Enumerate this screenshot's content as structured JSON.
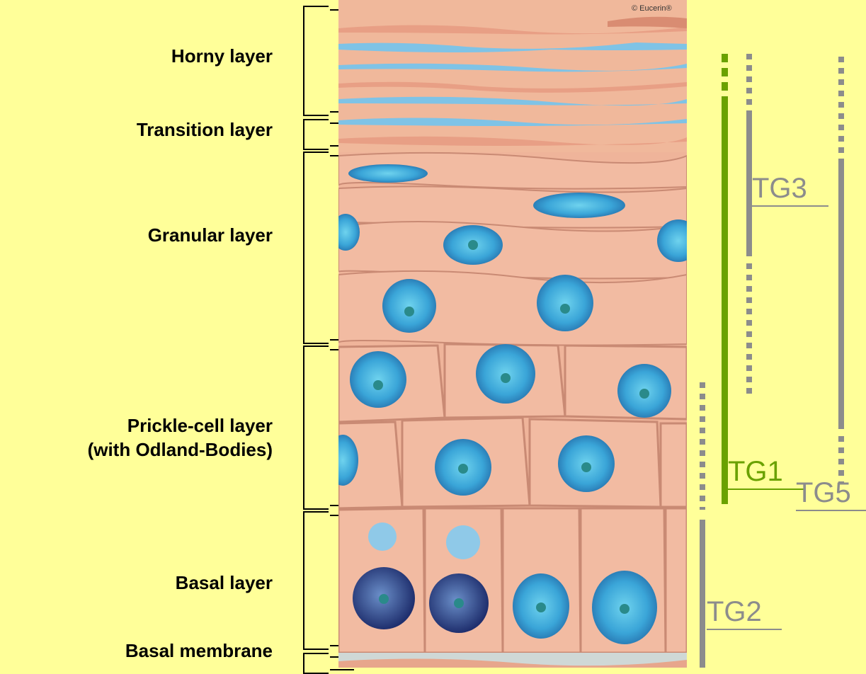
{
  "layers": [
    {
      "id": "horny",
      "label_lines": [
        "Horny layer"
      ]
    },
    {
      "id": "transition",
      "label_lines": [
        "Transition layer"
      ]
    },
    {
      "id": "granular",
      "label_lines": [
        "Granular layer"
      ]
    },
    {
      "id": "prickle",
      "label_lines": [
        "Prickle-cell layer",
        "(with Odland-Bodies)"
      ]
    },
    {
      "id": "basal",
      "label_lines": [
        "Basal layer"
      ]
    },
    {
      "id": "membrane",
      "label_lines": [
        "Basal membrane"
      ]
    }
  ],
  "copyright": "© Eucerin®",
  "tg_groups": [
    {
      "name": "TG1",
      "color": "#6aa100"
    },
    {
      "name": "TG2",
      "color": "#8c8c8c"
    },
    {
      "name": "TG3",
      "color": "#8c8c8c"
    },
    {
      "name": "TG5",
      "color": "#8c8c8c"
    }
  ]
}
